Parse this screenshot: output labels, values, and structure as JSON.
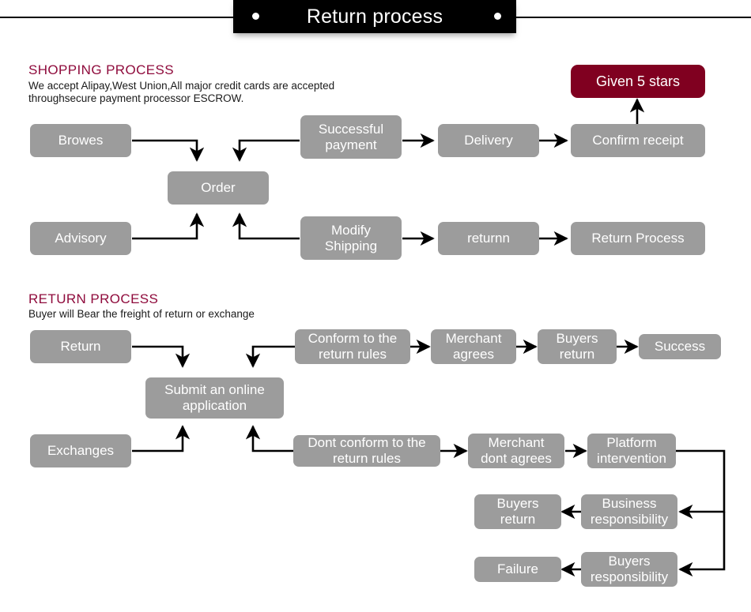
{
  "banner": {
    "title": "Return process",
    "dot_left": "bullet-dot",
    "dot_right": "bullet-dot"
  },
  "colors": {
    "accent_maroon": "#800020",
    "node_gray": "#9c9c9c",
    "heading_crimson": "#8f0b3c",
    "banner_black": "#000000",
    "text_white": "#ffffff"
  },
  "shopping_section": {
    "heading": "SHOPPING PROCESS",
    "description": "We accept Alipay,West Union,All major credit cards are accepted\nthroughsecure payment processor ESCROW.",
    "nodes": {
      "browes": "Browes",
      "order": "Order",
      "successful_payment": "Successful\npayment",
      "delivery": "Delivery",
      "confirm_receipt": "Confirm receipt",
      "given_5_stars": "Given 5 stars",
      "advisory": "Advisory",
      "modify_shipping": "Modify\nShipping",
      "returnn": "returnn",
      "return_process": "Return Process"
    }
  },
  "return_section": {
    "heading": "RETURN PROCESS",
    "description": "Buyer will Bear the freight of return or exchange",
    "nodes": {
      "return": "Return",
      "submit_online_application": "Submit an online\napplication",
      "conform_rules": "Conform to the\nreturn rules",
      "merchant_agrees": "Merchant\nagrees",
      "buyers_return_top": "Buyers\nreturn",
      "success": "Success",
      "exchanges": "Exchanges",
      "dont_conform_rules": "Dont conform to the\nreturn rules",
      "merchant_dont_agrees": "Merchant\ndont agrees",
      "platform_intervention": "Platform\nintervention",
      "business_responsibility": "Business\nresponsibility",
      "buyers_return_mid": "Buyers\nreturn",
      "buyers_responsibility": "Buyers\nresponsibility",
      "failure": "Failure"
    }
  }
}
